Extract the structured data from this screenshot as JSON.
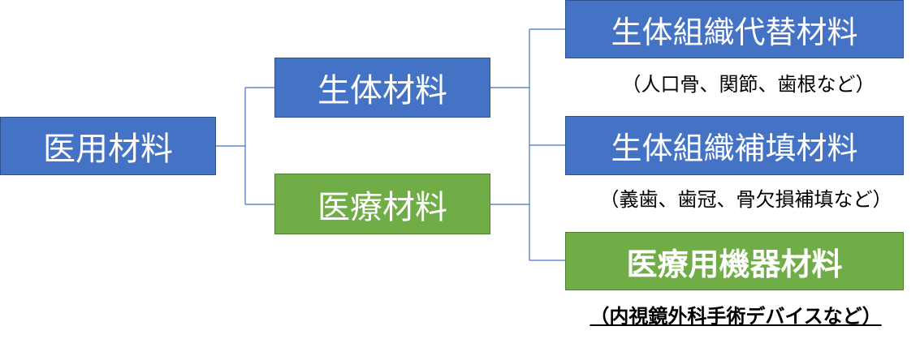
{
  "nodes": {
    "root": "医用材料",
    "biomaterial": "生体材料",
    "medical_material": "医療材料",
    "tissue_replacement": "生体組織代替材料",
    "tissue_filling": "生体組織補填材料",
    "device_material": "医療用機器材料"
  },
  "notes": {
    "tissue_replacement": "（人口骨、関節、歯根など）",
    "tissue_filling": "（義歯、歯冠、骨欠損補填など）",
    "device_material": "（内視鏡外科手術デバイスなど）"
  },
  "colors": {
    "blue": "#4472c4",
    "green": "#70ad47",
    "connector": "#4472c4"
  }
}
